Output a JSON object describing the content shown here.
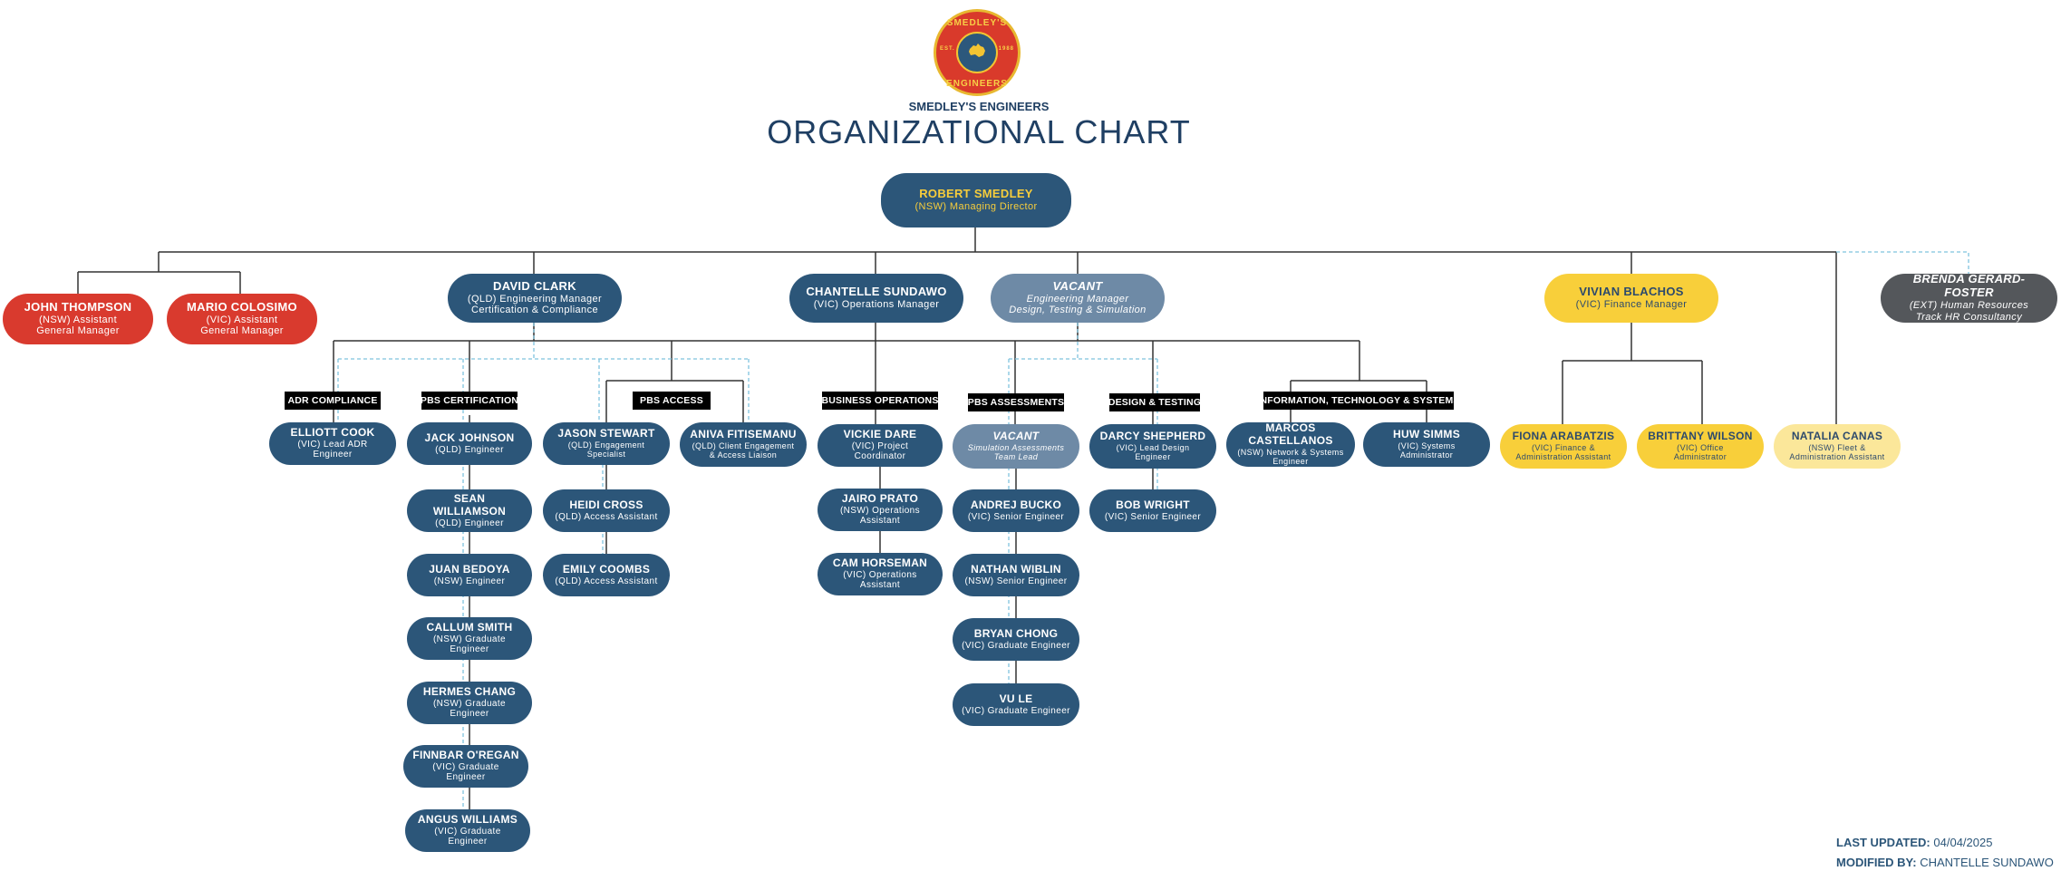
{
  "header": {
    "logo_top_text": "SMEDLEY'S",
    "logo_bottom_text": "ENGINEERS",
    "logo_est_left": "EST.",
    "logo_est_right": "1988",
    "company": "SMEDLEY'S ENGINEERS",
    "title": "ORGANIZATIONAL CHART"
  },
  "colors": {
    "navy": "#2c5679",
    "red": "#d93a2e",
    "yellow": "#f8cf3a",
    "light_yellow": "#fbe79a",
    "grey_blue": "#6e8aa6",
    "dark_grey": "#54575b",
    "dashed_line": "#7fc4de"
  },
  "people": {
    "ceo": {
      "name": "ROBERT SMEDLEY",
      "role": "(NSW) Managing Director"
    },
    "john": {
      "name": "JOHN THOMPSON",
      "role1": "(NSW) Assistant",
      "role2": "General Manager"
    },
    "mario": {
      "name": "MARIO COLOSIMO",
      "role1": "(VIC) Assistant",
      "role2": "General Manager"
    },
    "david": {
      "name": "DAVID CLARK",
      "role1": "(QLD) Engineering Manager",
      "role2": "Certification & Compliance"
    },
    "chantelle": {
      "name": "CHANTELLE SUNDAWO",
      "role": "(VIC) Operations Manager"
    },
    "vacant_em": {
      "name": "VACANT",
      "role1": "Engineering Manager",
      "role2": "Design, Testing & Simulation"
    },
    "vivian": {
      "name": "VIVIAN BLACHOS",
      "role": "(VIC) Finance Manager"
    },
    "brenda": {
      "name": "BRENDA GERARD-FOSTER",
      "role1": "(EXT) Human Resources",
      "role2": "Track HR Consultancy"
    },
    "elliott": {
      "name": "ELLIOTT COOK",
      "role": "(VIC) Lead ADR Engineer"
    },
    "jack": {
      "name": "JACK JOHNSON",
      "role": "(QLD) Engineer"
    },
    "sean": {
      "name": "SEAN WILLIAMSON",
      "role": "(QLD) Engineer"
    },
    "juan": {
      "name": "JUAN BEDOYA",
      "role": "(NSW) Engineer"
    },
    "callum": {
      "name": "CALLUM SMITH",
      "role": "(NSW) Graduate Engineer"
    },
    "hermes": {
      "name": "HERMES CHANG",
      "role": "(NSW) Graduate Engineer"
    },
    "finnbar": {
      "name": "FINNBAR O'REGAN",
      "role": "(VIC) Graduate Engineer"
    },
    "angus": {
      "name": "ANGUS WILLIAMS",
      "role": "(VIC) Graduate Engineer"
    },
    "jason": {
      "name": "JASON STEWART",
      "role": "(QLD) Engagement Specialist"
    },
    "heidi": {
      "name": "HEIDI CROSS",
      "role": "(QLD) Access Assistant"
    },
    "emily": {
      "name": "EMILY COOMBS",
      "role": "(QLD) Access Assistant"
    },
    "aniva": {
      "name": "ANIVA FITISEMANU",
      "role1": "(QLD) Client Engagement",
      "role2": "& Access Liaison"
    },
    "vickie": {
      "name": "VICKIE DARE",
      "role": "(VIC) Project Coordinator"
    },
    "jairo": {
      "name": "JAIRO PRATO",
      "role": "(NSW) Operations Assistant"
    },
    "cam": {
      "name": "CAM HORSEMAN",
      "role": "(VIC) Operations Assistant"
    },
    "vacant_sa": {
      "name": "VACANT",
      "role1": "Simulation Assessments",
      "role2": "Team Lead"
    },
    "andrej": {
      "name": "ANDREJ BUCKO",
      "role": "(VIC) Senior Engineer"
    },
    "nathan": {
      "name": "NATHAN WIBLIN",
      "role": "(NSW) Senior Engineer"
    },
    "bryan": {
      "name": "BRYAN CHONG",
      "role": "(VIC) Graduate Engineer"
    },
    "vu": {
      "name": "VU LE",
      "role": "(VIC) Graduate Engineer"
    },
    "darcy": {
      "name": "DARCY SHEPHERD",
      "role1": "(VIC) Lead Design",
      "role2": "Engineer"
    },
    "bob": {
      "name": "BOB WRIGHT",
      "role": "(VIC) Senior Engineer"
    },
    "marcos": {
      "name": "MARCOS CASTELLANOS",
      "role1": "(NSW) Network & Systems",
      "role2": "Engineer"
    },
    "huw": {
      "name": "HUW SIMMS",
      "role": "(VIC) Systems Administrator"
    },
    "fiona": {
      "name": "FIONA ARABATZIS",
      "role1": "(VIC) Finance &",
      "role2": "Administration Assistant"
    },
    "brittany": {
      "name": "BRITTANY WILSON",
      "role1": "(VIC) Office",
      "role2": "Administrator"
    },
    "natalia": {
      "name": "NATALIA CANAS",
      "role1": "(NSW) Fleet &",
      "role2": "Administration Assistant"
    }
  },
  "groups": {
    "adr": "ADR COMPLIANCE",
    "pbs_cert": "PBS CERTIFICATION",
    "pbs_access": "PBS ACCESS",
    "business": "BUSINESS OPERATIONS",
    "pbs_assess": "PBS ASSESSMENTS",
    "design": "DESIGN & TESTING",
    "it": "INFORMATION, TECHNOLOGY & SYSTEMS"
  },
  "footer": {
    "updated_label": "LAST UPDATED:",
    "updated_value": "04/04/2025",
    "modified_label": "MODIFIED BY:",
    "modified_value": "CHANTELLE SUNDAWO"
  }
}
